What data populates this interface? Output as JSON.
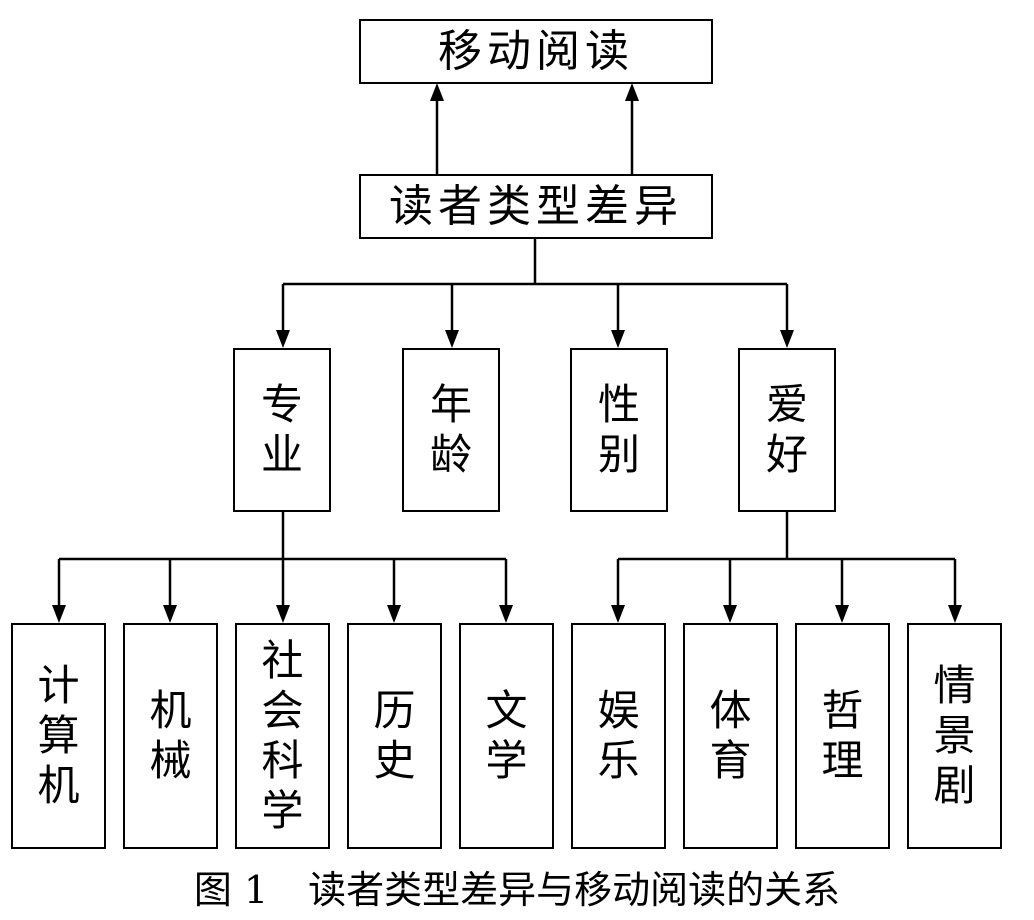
{
  "top_node": {
    "label": "移动阅读"
  },
  "middle_node": {
    "label": "读者类型差异"
  },
  "factors": [
    {
      "label": "专业"
    },
    {
      "label": "年龄"
    },
    {
      "label": "性别"
    },
    {
      "label": "爱好"
    }
  ],
  "major_subtypes": [
    {
      "label": "计算机"
    },
    {
      "label": "机械"
    },
    {
      "label": "社会科学"
    },
    {
      "label": "历史"
    },
    {
      "label": "文学"
    }
  ],
  "hobby_subtypes": [
    {
      "label": "娱乐"
    },
    {
      "label": "体育"
    },
    {
      "label": "哲理"
    },
    {
      "label": "情景剧"
    }
  ],
  "caption": {
    "figure_number": "图 1",
    "text": "读者类型差异与移动阅读的关系"
  }
}
